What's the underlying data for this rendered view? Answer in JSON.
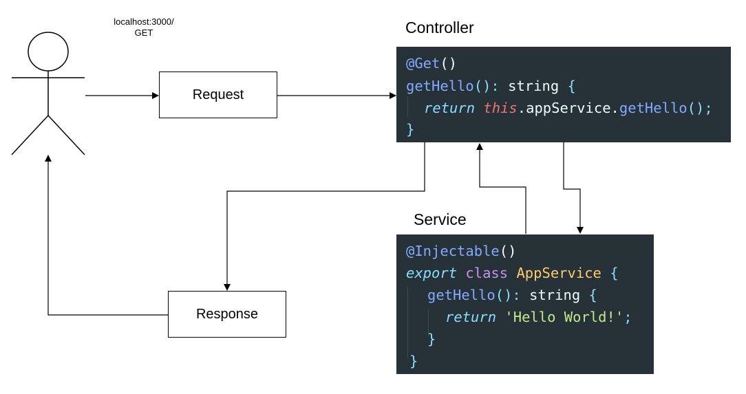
{
  "actor": {
    "url_label": "localhost:3000/",
    "method_label": "GET"
  },
  "request_box": {
    "label": "Request"
  },
  "response_box": {
    "label": "Response"
  },
  "controller": {
    "title": "Controller",
    "code": {
      "l1_decorator": "@Get",
      "l1_parens": "()",
      "l2_method": "getHello",
      "l2_parens": "():",
      "l2_type": " string ",
      "l2_brace": "{",
      "l3_return": "return",
      "l3_this": "this",
      "l3_member": ".appService.",
      "l3_call": "getHello",
      "l3_end": "();",
      "l4_brace": "}"
    }
  },
  "service": {
    "title": "Service",
    "code": {
      "l1_decorator": "@Injectable",
      "l1_parens": "()",
      "l2_export": "export",
      "l2_class": "class",
      "l2_name": "AppService",
      "l2_brace": "{",
      "l3_method": "getHello",
      "l3_parens": "():",
      "l3_type": " string ",
      "l3_brace": "{",
      "l4_return": "return",
      "l4_string": "'Hello World!'",
      "l4_semi": ";",
      "l5_brace": "}",
      "l6_brace": "}"
    }
  },
  "colors": {
    "code_background": "#263238",
    "keyword": "#89ddff",
    "function": "#82aaff",
    "this": "#f07178",
    "class_name": "#ffcb6b",
    "storage": "#c792ea",
    "string": "#c3e88d"
  }
}
